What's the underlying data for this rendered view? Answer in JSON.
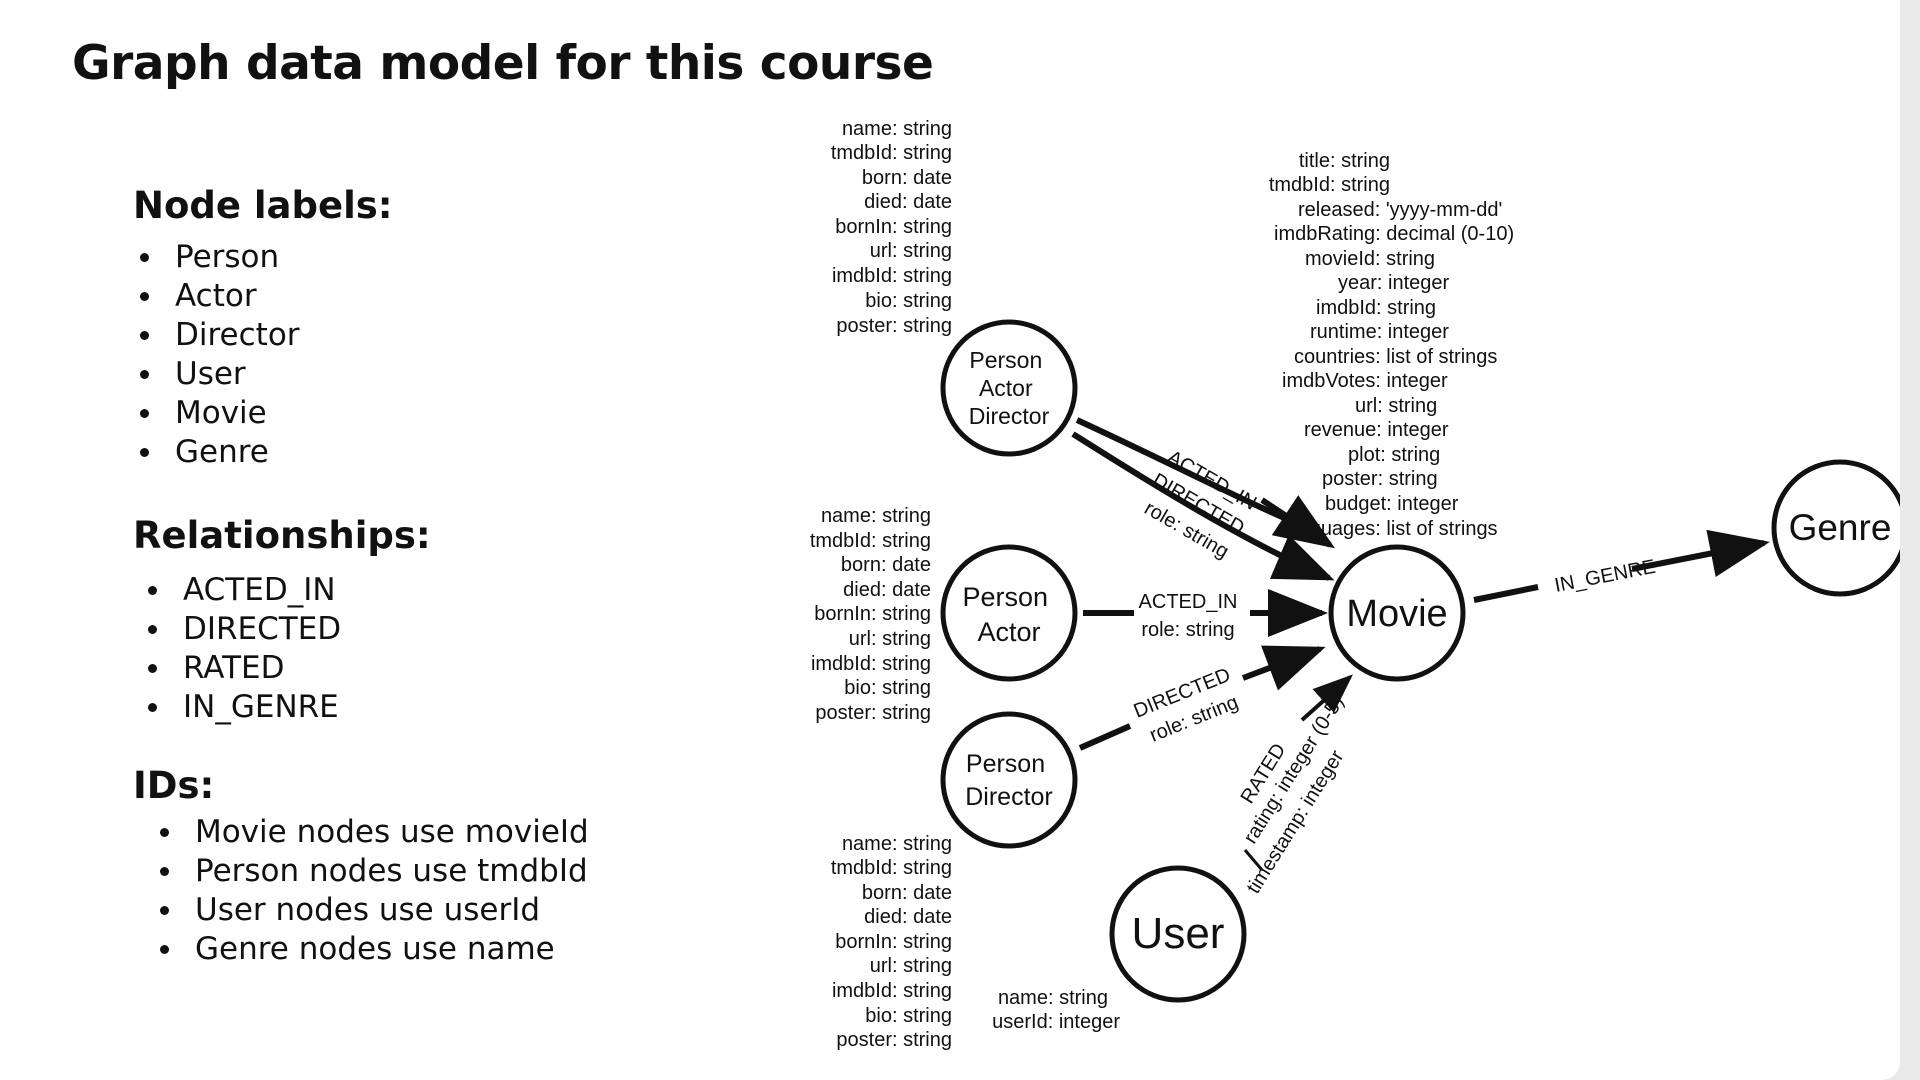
{
  "title": "Graph data model for this course",
  "sections": {
    "node_labels": {
      "heading": "Node labels:",
      "items": [
        "Person",
        "Actor",
        "Director",
        "User",
        "Movie",
        "Genre"
      ]
    },
    "relationships": {
      "heading": "Relationships:",
      "items": [
        "ACTED_IN",
        "DIRECTED",
        "RATED",
        "IN_GENRE"
      ]
    },
    "ids": {
      "heading": "IDs:",
      "items": [
        "Movie nodes use movieId",
        "Person nodes use tmdbId",
        "User nodes use userId",
        "Genre nodes use name"
      ]
    }
  },
  "diagram": {
    "nodes": {
      "person_actor_director": {
        "lines": [
          "Person",
          "Actor",
          "Director"
        ]
      },
      "person_actor": {
        "lines": [
          "Person",
          "Actor"
        ]
      },
      "person_director": {
        "lines": [
          "Person",
          "Director"
        ]
      },
      "movie": {
        "lines": [
          "Movie"
        ]
      },
      "genre": {
        "lines": [
          "Genre"
        ]
      },
      "user": {
        "lines": [
          "User"
        ]
      }
    },
    "properties": {
      "person_actor_director": [
        "name: string",
        "tmdbId: string",
        "born: date",
        "died: date",
        "bornIn: string",
        "url: string",
        "imdbId: string",
        "bio: string",
        "poster: string"
      ],
      "person_actor": [
        "name: string",
        "tmdbId: string",
        "born: date",
        "died: date",
        "bornIn: string",
        "url: string",
        "imdbId: string",
        "bio: string",
        "poster: string"
      ],
      "person_director": [
        "name: string",
        "tmdbId: string",
        "born: date",
        "died: date",
        "bornIn: string",
        "url: string",
        "imdbId: string",
        "bio: string",
        "poster: string"
      ],
      "movie": [
        "title: string",
        "tmdbId: string",
        "released: 'yyyy-mm-dd'",
        "imdbRating: decimal (0-10)",
        "movieId: string",
        "year: integer",
        "imdbId: string",
        "runtime: integer",
        "countries: list of strings",
        "imdbVotes: integer",
        "url: string",
        "revenue: integer",
        "plot: string",
        "poster: string",
        "budget: integer",
        "languages: list of strings"
      ],
      "user": [
        "name: string",
        "userId: integer"
      ]
    },
    "relationships": {
      "pad_acted_in": "ACTED_IN",
      "pad_directed": "DIRECTED",
      "pad_role": "role: string",
      "pa_acted_in": "ACTED_IN",
      "pa_role": "role: string",
      "pd_directed": "DIRECTED",
      "pd_role": "role: string",
      "rated": "RATED",
      "rated_rating": "rating: integer (0-5)",
      "rated_timestamp": "timestamp: integer",
      "in_genre": "IN_GENRE"
    }
  }
}
